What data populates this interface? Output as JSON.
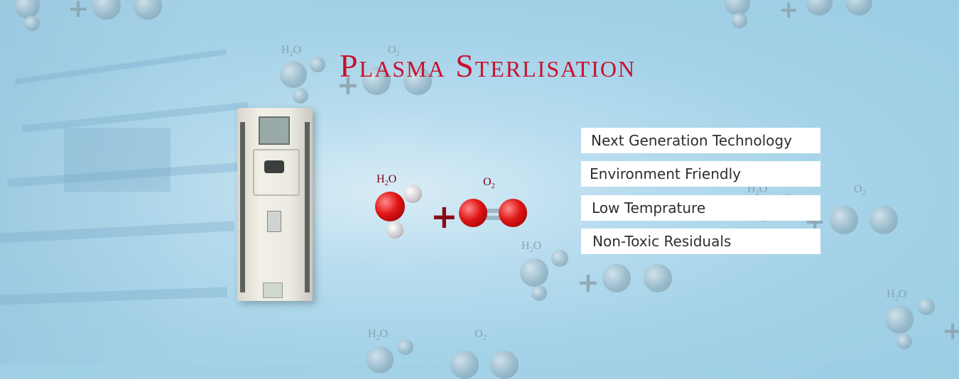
{
  "banner": {
    "title": "Plasma Sterlisation",
    "features": [
      "Next Generation Technology",
      "Environment Friendly",
      "Low Temprature",
      "Non-Toxic Residuals"
    ],
    "formulas": {
      "water": "H2O",
      "oxygen": "O2",
      "plus": "+"
    },
    "colors": {
      "title": "#c8102e",
      "background": "#a4d2e8",
      "feature_box": "#ffffff"
    },
    "icons": {
      "water_molecule": "water-molecule-icon",
      "oxygen_molecule": "oxygen-molecule-icon",
      "sterilizer": "plasma-sterilizer-machine"
    }
  }
}
